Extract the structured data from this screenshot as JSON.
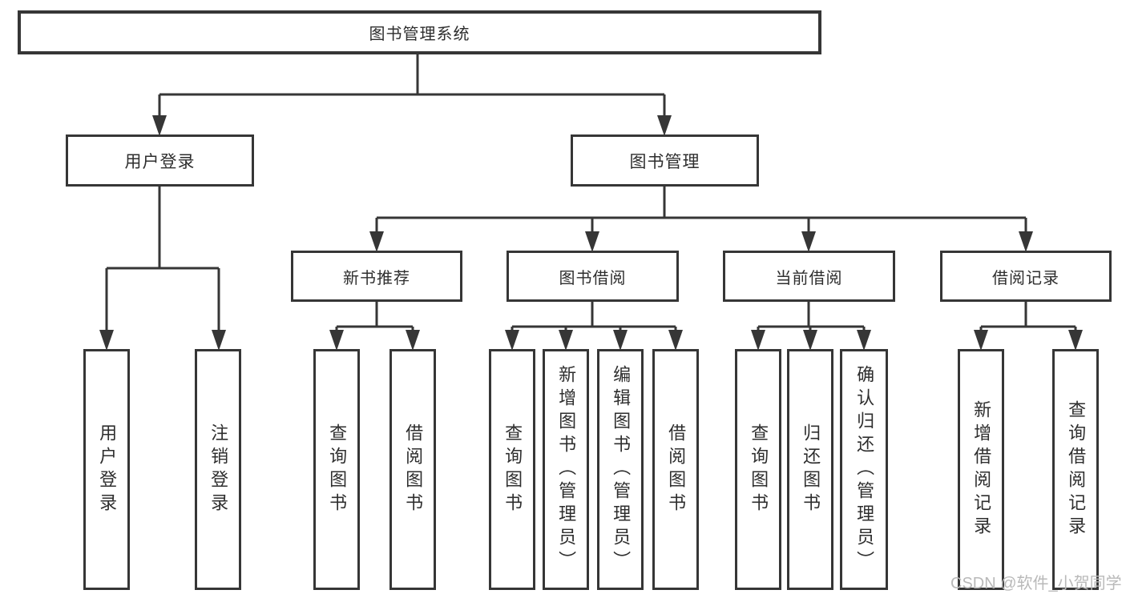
{
  "diagram": {
    "type": "functional-structure-tree",
    "watermark": "CSDN @软件_小贺同学",
    "colors": {
      "line": "#363636",
      "box_border": "#363636",
      "text": "#2e2e2e",
      "watermark": "#b9b9b9",
      "background": "#ffffff"
    }
  },
  "tree": {
    "label": "图书管理系统",
    "children": [
      {
        "label": "用户登录",
        "children": [
          {
            "label": "用户登录"
          },
          {
            "label": "注销登录"
          }
        ]
      },
      {
        "label": "图书管理",
        "children": [
          {
            "label": "新书推荐",
            "children": [
              {
                "label": "查询图书"
              },
              {
                "label": "借阅图书"
              }
            ]
          },
          {
            "label": "图书借阅",
            "children": [
              {
                "label": "查询图书"
              },
              {
                "label": "新增图书（管理员）"
              },
              {
                "label": "编辑图书（管理员）"
              },
              {
                "label": "借阅图书"
              }
            ]
          },
          {
            "label": "当前借阅",
            "children": [
              {
                "label": "查询图书"
              },
              {
                "label": "归还图书"
              },
              {
                "label": "确认归还（管理员）"
              }
            ]
          },
          {
            "label": "借阅记录",
            "children": [
              {
                "label": "新增借阅记录"
              },
              {
                "label": "查询借阅记录"
              }
            ]
          }
        ]
      }
    ]
  }
}
